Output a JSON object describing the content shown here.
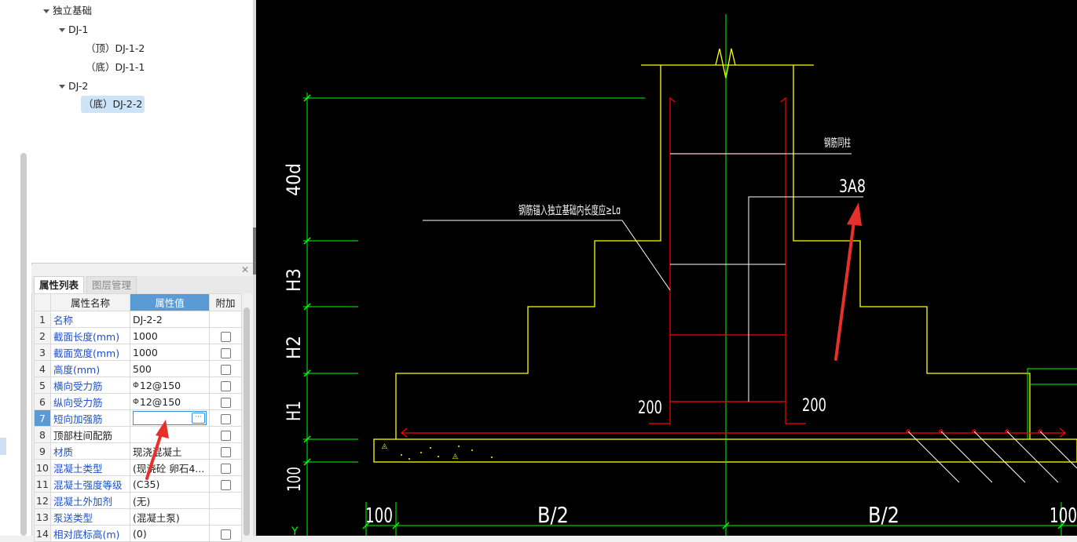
{
  "tree": {
    "root": "独立基础",
    "groups": [
      {
        "label": "DJ-1",
        "items": [
          "（顶）DJ-1-2",
          "（底）DJ-1-1"
        ]
      },
      {
        "label": "DJ-2",
        "items": [
          "（底）DJ-2-2"
        ]
      }
    ]
  },
  "panel": {
    "close_symbol": "✕",
    "tabs": [
      "属性列表",
      "图层管理"
    ],
    "columns": [
      "属性名称",
      "属性值",
      "附加"
    ],
    "rows": [
      {
        "num": "1",
        "name": "名称",
        "value": "DJ-2-2",
        "checkbox": false
      },
      {
        "num": "2",
        "name": "截面长度(mm)",
        "value": "1000",
        "checkbox": true
      },
      {
        "num": "3",
        "name": "截面宽度(mm)",
        "value": "1000",
        "checkbox": true
      },
      {
        "num": "4",
        "name": "高度(mm)",
        "value": "500",
        "checkbox": true
      },
      {
        "num": "5",
        "name": "横向受力筋",
        "value": "12@150",
        "rebar": "Φ",
        "checkbox": true
      },
      {
        "num": "6",
        "name": "纵向受力筋",
        "value": "12@150",
        "rebar": "Φ",
        "checkbox": true
      },
      {
        "num": "7",
        "name": "短向加强筋",
        "value": "",
        "editing": true,
        "checkbox": true
      },
      {
        "num": "8",
        "name": "顶部柱间配筋",
        "value": "",
        "checkbox": true,
        "black": true
      },
      {
        "num": "9",
        "name": "材质",
        "value": "现浇混凝土",
        "checkbox": true
      },
      {
        "num": "10",
        "name": "混凝土类型",
        "value": "(现浇砼 卵石4...",
        "checkbox": true
      },
      {
        "num": "11",
        "name": "混凝土强度等级",
        "value": "(C35)",
        "checkbox": true
      },
      {
        "num": "12",
        "name": "混凝土外加剂",
        "value": "(无)",
        "checkbox": false
      },
      {
        "num": "13",
        "name": "泵送类型",
        "value": "(混凝土泵)",
        "checkbox": false
      },
      {
        "num": "14",
        "name": "相对底标高(m)",
        "value": "(0)",
        "checkbox": true
      }
    ]
  },
  "cad": {
    "labels": {
      "dim_40d": "40d",
      "dim_h3": "H3",
      "dim_h2": "H2",
      "dim_h1": "H1",
      "dim_100_v": "100",
      "dim_100_left": "100",
      "dim_100_right": "100",
      "dim_b2_left": "B/2",
      "dim_b2_right": "B/2",
      "dim_200_left": "200",
      "dim_200_right": "200",
      "note_column_rebar": "钢筋同柱",
      "stirrup_spec": "3A8",
      "note_anchorage": "钢筋锚入独立基础内长度应≥Lɑ",
      "axis_y": "Y"
    },
    "colors": {
      "background": "#000000",
      "outline": "#ffff00",
      "dimension": "#00ff00",
      "rebar": "#ff0000",
      "annotation": "#ffffff",
      "arrow": "#e8302a"
    }
  }
}
